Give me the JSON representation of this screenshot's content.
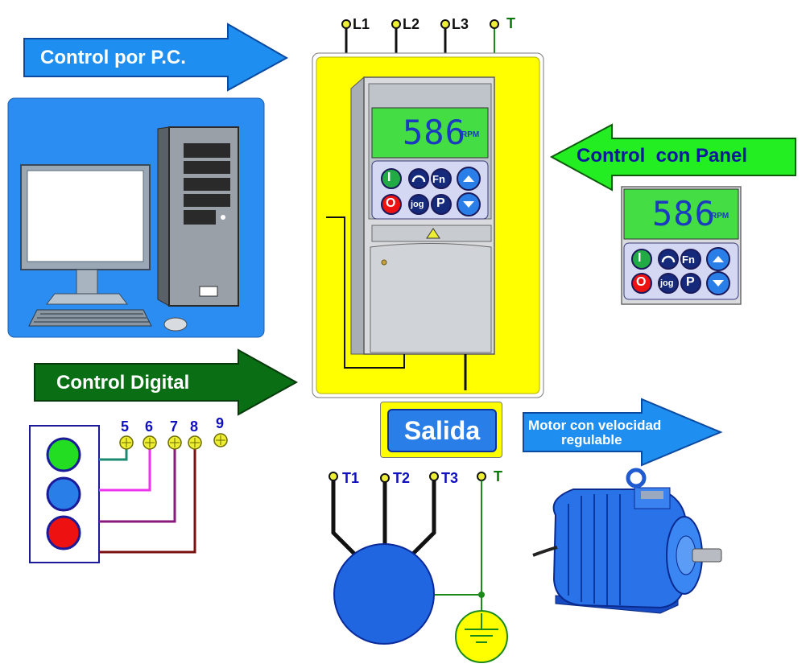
{
  "arrows": {
    "pc_label": "Control por P.C.",
    "digital_label": "Control Digital",
    "panel_label": "Control  con Panel",
    "motor_label_line1": "Motor con velocidad",
    "motor_label_line2": "regulable"
  },
  "supply_terminals": [
    "L1",
    "L2",
    "L3",
    "T"
  ],
  "input_terminals": [
    "5",
    "6",
    "7",
    "8",
    "9"
  ],
  "output_terminals": [
    "T1",
    "T2",
    "T3",
    "T"
  ],
  "output_label": "Salida",
  "drive_display": {
    "value": "586",
    "unit": "RPM"
  },
  "panel_display": {
    "value": "586",
    "unit": "RPM"
  },
  "keypad": {
    "start": "I",
    "stop": "O",
    "fn": "Fn",
    "jog": "jog",
    "prog": "P"
  },
  "colors": {
    "arrow_blue": "#1e8ff0",
    "arrow_green_dark": "#0a6e14",
    "arrow_green_light": "#22ee22",
    "drive_yellow": "#ffff00",
    "lcd_green": "#44dd44",
    "motor_blue": "#1f66e0"
  }
}
